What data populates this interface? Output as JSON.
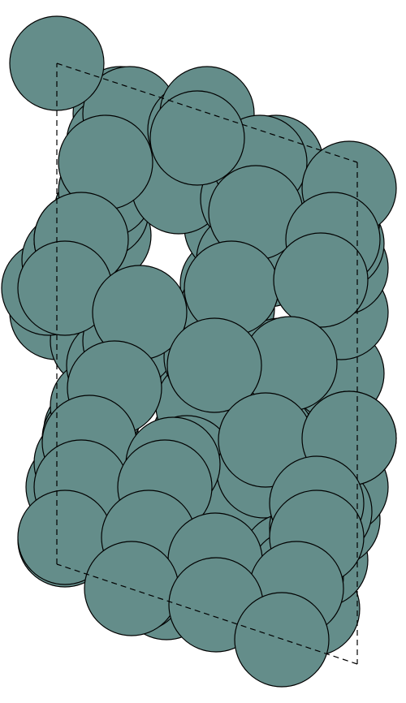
{
  "diagram": {
    "kind": "atomic-crystal-structure",
    "atom_color": "#648d8a",
    "atom_stroke": "#000000",
    "atom_count": 56,
    "unit_cell_outline": "dashed"
  }
}
